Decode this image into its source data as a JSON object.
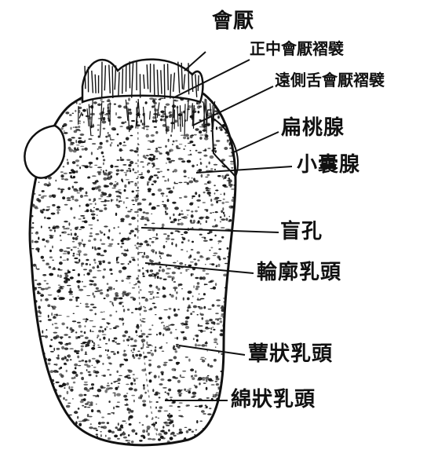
{
  "figure": {
    "labels": {
      "epiglottis": "會厭",
      "median_glossoepiglottic_fold": "正中會厭褶襞",
      "lateral_glossoepiglottic_fold": "遠側舌會厭褶襞",
      "tonsil": "扁桃腺",
      "small_vesicle_gland": "小囊腺",
      "foramen_cecum": "盲孔",
      "circumvallate_papillae": "輪廓乳頭",
      "fungiform_papillae": "蕈狀乳頭",
      "filiform_papillae": "綿狀乳頭"
    },
    "ink_color": "#111111",
    "paper_color": "#ffffff"
  }
}
